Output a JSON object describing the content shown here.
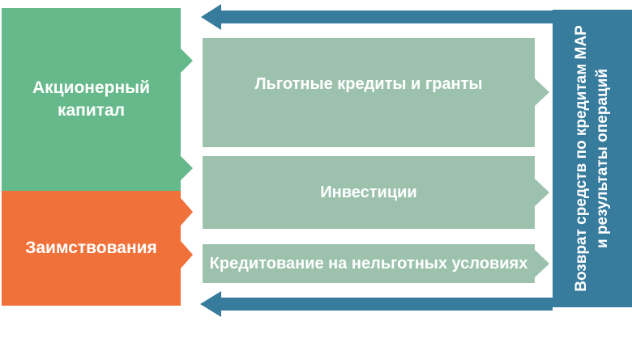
{
  "colors": {
    "green": "#66b98b",
    "orange": "#f1713a",
    "sage": "#9cc2ae",
    "teal": "#377b9d",
    "label_text": "#ffffff",
    "background": "#ffffff"
  },
  "left_column": {
    "equity_block": {
      "label": "Акционерный капитал"
    },
    "borrowings_block": {
      "label": "Заимствования"
    }
  },
  "flow_bars": [
    {
      "label": "Льготные кредиты и гранты"
    },
    {
      "label": "Инвестиции"
    },
    {
      "label": "Кредитование на нельготных условиях"
    }
  ],
  "return_bar": {
    "line1": "Возврат средств по кредитам МАР",
    "line2": "и результаты операций"
  }
}
